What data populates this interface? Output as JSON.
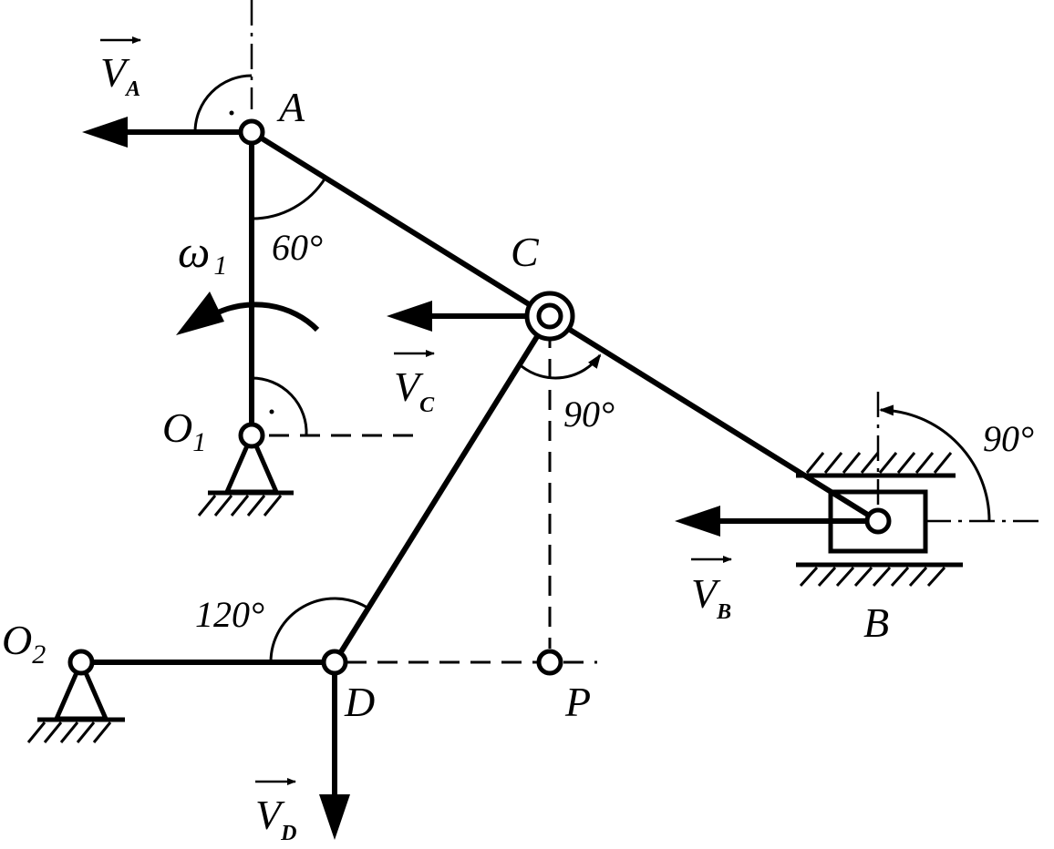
{
  "points": {
    "A": "A",
    "B": "B",
    "C": "C",
    "D": "D",
    "P": "P",
    "O1": {
      "main": "O",
      "sub": "1"
    },
    "O2": {
      "main": "O",
      "sub": "2"
    }
  },
  "vectors": {
    "VA": {
      "main": "V",
      "sub": "A"
    },
    "VB": {
      "main": "V",
      "sub": "B"
    },
    "VC": {
      "main": "V",
      "sub": "C"
    },
    "VD": {
      "main": "V",
      "sub": "D"
    }
  },
  "omega": {
    "main": "ω",
    "sub": "1"
  },
  "angles": {
    "a60": "60°",
    "a90C": "90°",
    "a90B": "90°",
    "a120": "120°"
  }
}
